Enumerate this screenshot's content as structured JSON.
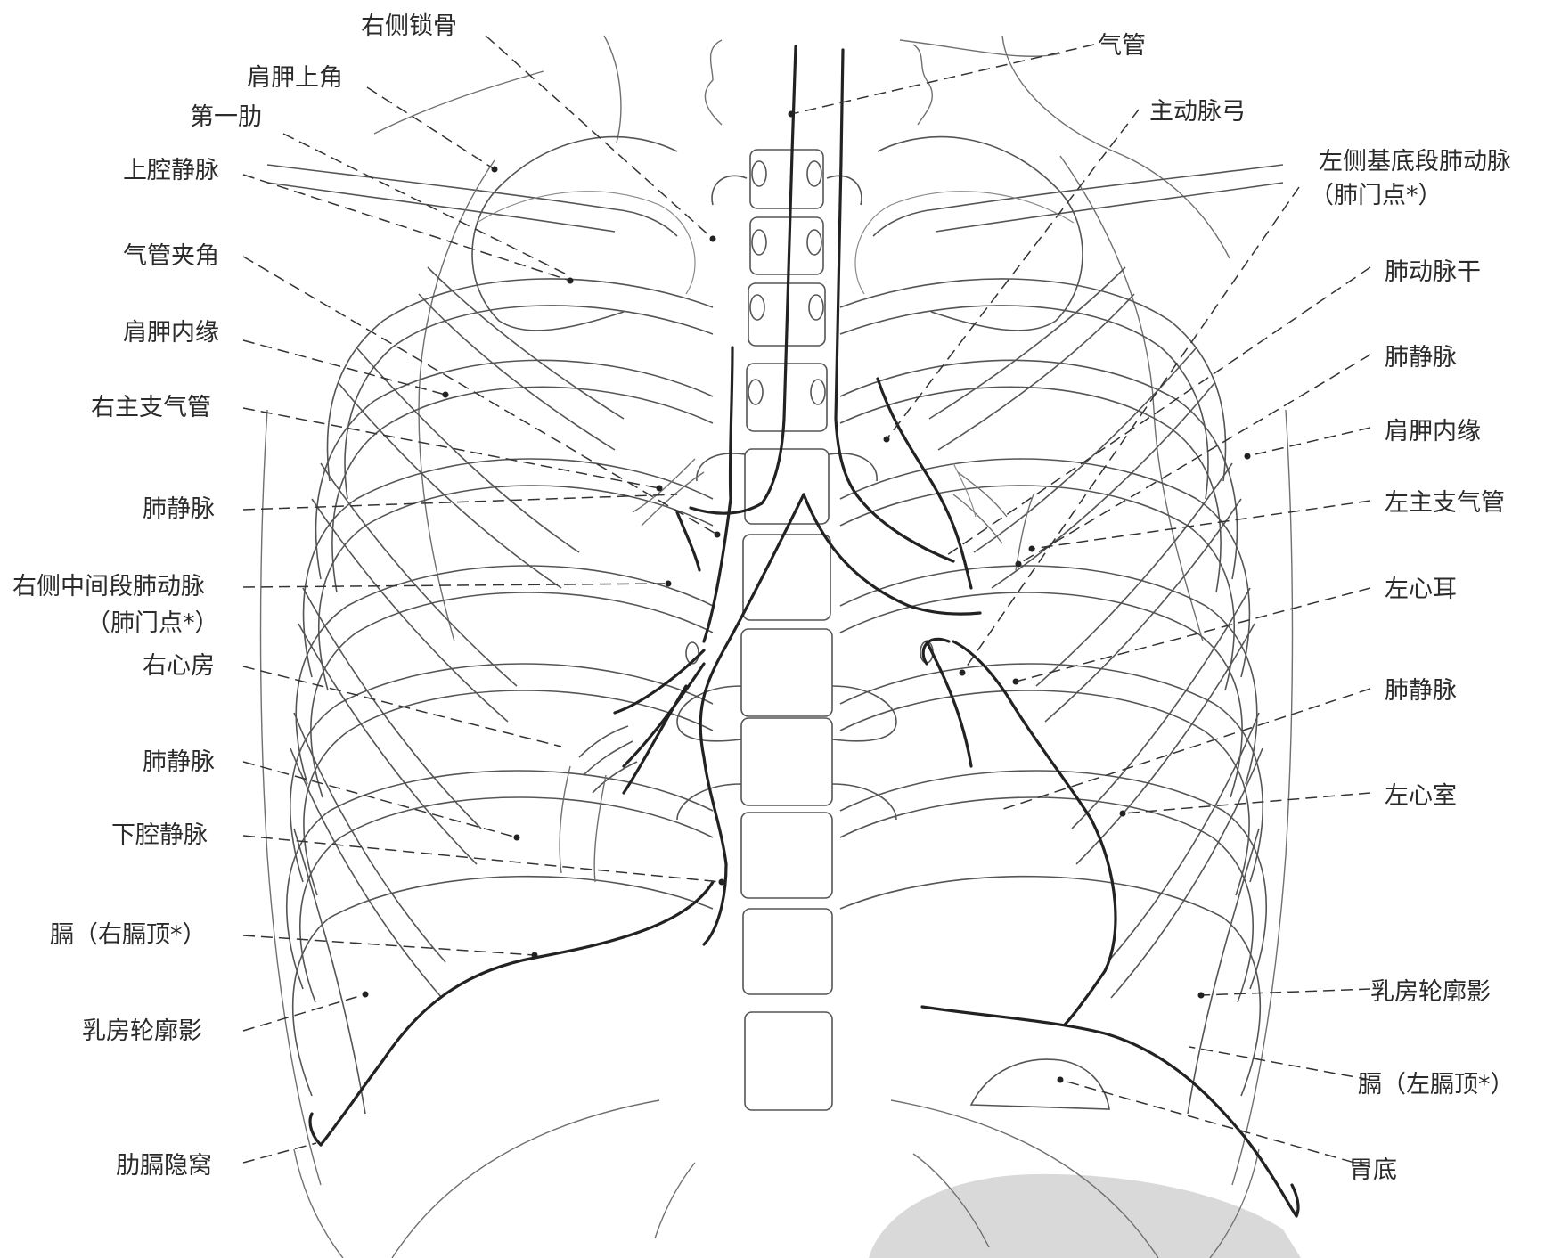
{
  "labels_left": [
    "右侧锁骨",
    "肩胛上角",
    "第一肋",
    "上腔静脉",
    "气管夹角",
    "肩胛内缘",
    "右主支气管",
    "肺静脉",
    "右侧中间段肺动脉",
    "（肺门点*）",
    "右心房",
    "肺静脉",
    "下腔静脉",
    "膈（右膈顶*）",
    "乳房轮廓影",
    "肋膈隐窝"
  ],
  "labels_right": [
    "气管",
    "主动脉弓",
    "左侧基底段肺动脉",
    "（肺门点*）",
    "肺动脉干",
    "肺静脉",
    "肩胛内缘",
    "左主支气管",
    "左心耳",
    "肺静脉",
    "左心室",
    "乳房轮廓影",
    "膈（左膈顶*）",
    "胃底"
  ]
}
